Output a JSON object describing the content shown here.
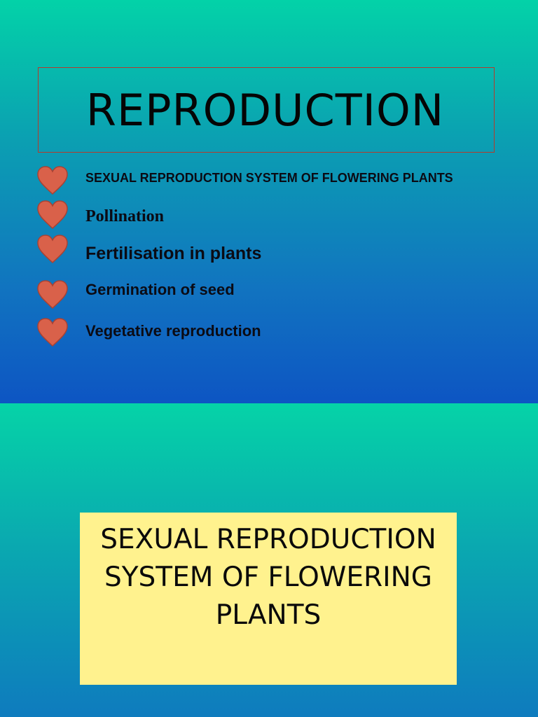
{
  "slide1": {
    "title": "REPRODUCTION",
    "bullets": [
      {
        "icon": "heart-icon",
        "text": "SEXUAL REPRODUCTION SYSTEM OF FLOWERING PLANTS"
      },
      {
        "icon": "heart-icon",
        "text": "Pollination"
      },
      {
        "icon": "heart-icon",
        "text": "Fertilisation in plants"
      },
      {
        "icon": "heart-icon",
        "text": "Germination of seed"
      },
      {
        "icon": "heart-icon",
        "text": "Vegetative reproduction"
      }
    ]
  },
  "slide2": {
    "heading_lines": [
      "SEXUAL REPRODUCTION",
      "SYSTEM OF FLOWERING",
      "PLANTS"
    ]
  },
  "colors": {
    "heart": "#d9614a",
    "heart_outline": "#a84234",
    "title_border": "#b43a2c",
    "yellow_box": "#fff28e"
  }
}
